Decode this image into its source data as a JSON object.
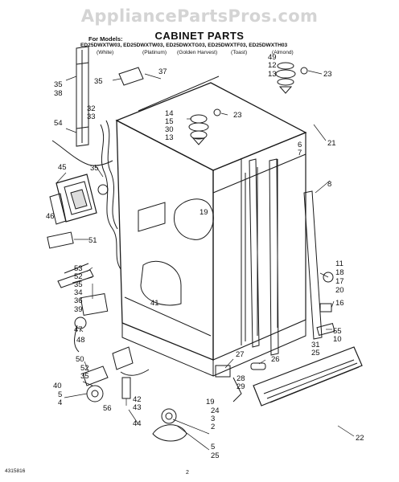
{
  "watermark": "AppliancePartsPros.com",
  "title": "CABINET PARTS",
  "models": {
    "heading": "For Models:",
    "list": "ED25DWXTW03, ED25DWXTW03, ED25DWXTG03, ED25DWXTF03, ED25DWXTH03",
    "colors": [
      "(White)",
      "(Platinum)",
      "(Golden Harvest)",
      "(Toast)",
      "(Almond)"
    ]
  },
  "callouts": [
    "35",
    "38",
    "54",
    "45",
    "46",
    "35",
    "51",
    "53",
    "52",
    "35",
    "34",
    "36",
    "39",
    "47",
    "48",
    "50",
    "52",
    "35",
    "40",
    "5",
    "4",
    "56",
    "42",
    "43",
    "44",
    "37",
    "35",
    "32",
    "33",
    "14",
    "15",
    "30",
    "13",
    "23",
    "49",
    "12",
    "13",
    "23",
    "21",
    "6",
    "7",
    "8",
    "19",
    "41",
    "11",
    "18",
    "17",
    "20",
    "16",
    "55",
    "10",
    "31",
    "25",
    "27",
    "26",
    "28",
    "29",
    "19",
    "24",
    "3",
    "2",
    "5",
    "25",
    "22"
  ],
  "footer": {
    "ref": "4315816",
    "page": "2"
  }
}
